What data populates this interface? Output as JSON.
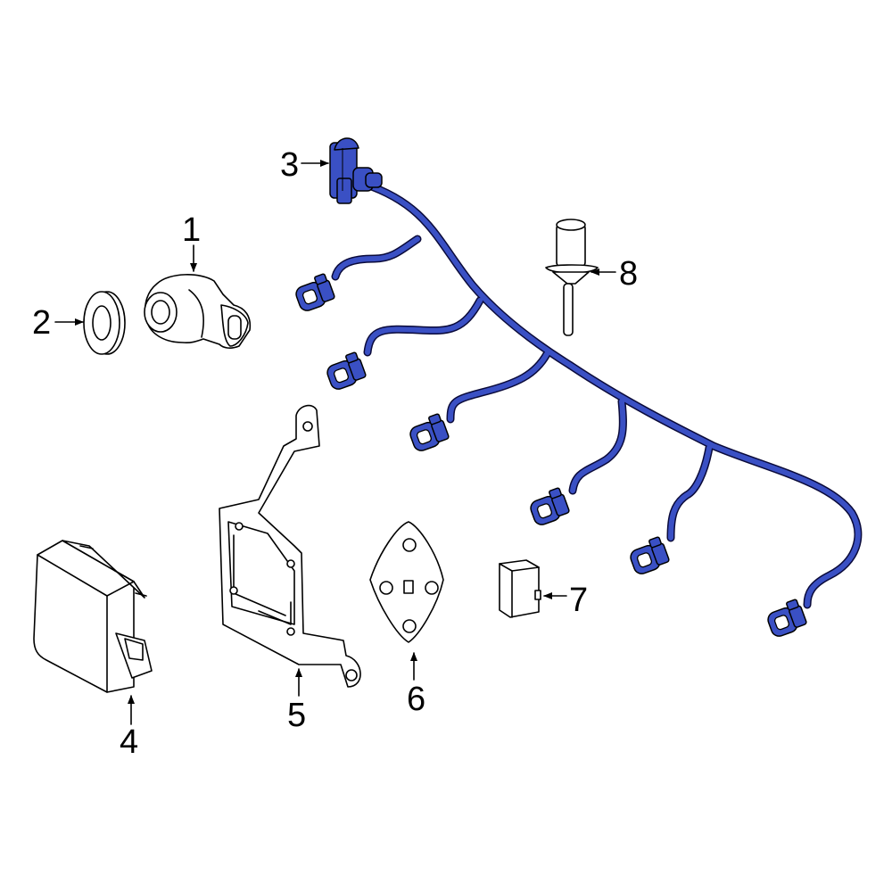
{
  "colors": {
    "harness": "#3a50c4",
    "harness_outline": "#0a0a3a",
    "line": "#000000",
    "background": "#ffffff"
  },
  "callouts": [
    {
      "id": "1",
      "label": "1",
      "part": "parking-sensor"
    },
    {
      "id": "2",
      "label": "2",
      "part": "sensor-retainer-ring"
    },
    {
      "id": "3",
      "label": "3",
      "part": "wiring-harness"
    },
    {
      "id": "4",
      "label": "4",
      "part": "control-module"
    },
    {
      "id": "5",
      "label": "5",
      "part": "mounting-bracket"
    },
    {
      "id": "6",
      "label": "6",
      "part": "gasket"
    },
    {
      "id": "7",
      "label": "7",
      "part": "clip"
    },
    {
      "id": "8",
      "label": "8",
      "part": "push-pin"
    }
  ]
}
